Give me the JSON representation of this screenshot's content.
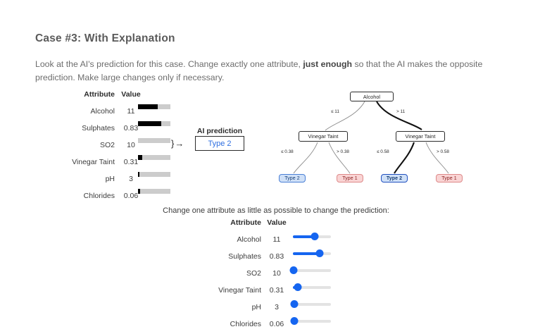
{
  "header": {
    "title": "Case #3: With Explanation",
    "instructions_part1": "Look at the AI's prediction for this case. Change exactly one attribute, ",
    "instructions_bold": "just enough",
    "instructions_part2": " so that the AI makes the opposite prediction. Make large changes only if necessary."
  },
  "attribute_table": {
    "col_attribute": "Attribute",
    "col_value": "Value",
    "rows": [
      {
        "name": "Alcohol",
        "value": "11",
        "bar_pct": 60
      },
      {
        "name": "Sulphates",
        "value": "0.83",
        "bar_pct": 72
      },
      {
        "name": "SO2",
        "value": "10",
        "bar_pct": 0
      },
      {
        "name": "Vinegar Taint",
        "value": "0.31",
        "bar_pct": 13
      },
      {
        "name": "pH",
        "value": "3",
        "bar_pct": 4
      },
      {
        "name": "Chlorides",
        "value": "0.06",
        "bar_pct": 7
      }
    ]
  },
  "prediction": {
    "brace_arrow": "}→",
    "label": "AI prediction",
    "value": "Type 2",
    "value_color": "#2f6fe0"
  },
  "tree": {
    "root": {
      "label": "Alcohol"
    },
    "internal_left": {
      "label": "Vinegar Taint"
    },
    "internal_right": {
      "label": "Vinegar Taint"
    },
    "edges": {
      "root_left": "≤ 11",
      "root_right": "> 11",
      "left_left": "≤ 0.38",
      "left_right": "> 0.38",
      "right_left": "≤ 0.58",
      "right_right": "> 0.58"
    },
    "leaves": [
      {
        "label": "Type 2",
        "kind": "t2",
        "selected": false
      },
      {
        "label": "Type 1",
        "kind": "t1",
        "selected": false
      },
      {
        "label": "Type 2",
        "kind": "t2",
        "selected": true
      },
      {
        "label": "Type 1",
        "kind": "t1",
        "selected": false
      }
    ]
  },
  "change_section": {
    "prompt": "Change one attribute as little as possible to change the prediction:",
    "col_attribute": "Attribute",
    "col_value": "Value",
    "rows": [
      {
        "name": "Alcohol",
        "value": "11",
        "slider_pct": 58
      },
      {
        "name": "Sulphates",
        "value": "0.83",
        "slider_pct": 70
      },
      {
        "name": "SO2",
        "value": "10",
        "slider_pct": 1
      },
      {
        "name": "Vinegar Taint",
        "value": "0.31",
        "slider_pct": 12
      },
      {
        "name": "pH",
        "value": "3",
        "slider_pct": 3
      },
      {
        "name": "Chlorides",
        "value": "0.06",
        "slider_pct": 4
      }
    ]
  },
  "colors": {
    "accent_blue": "#1565f0",
    "type2_fill": "#cfe0f7",
    "type1_fill": "#f9d4d4"
  }
}
